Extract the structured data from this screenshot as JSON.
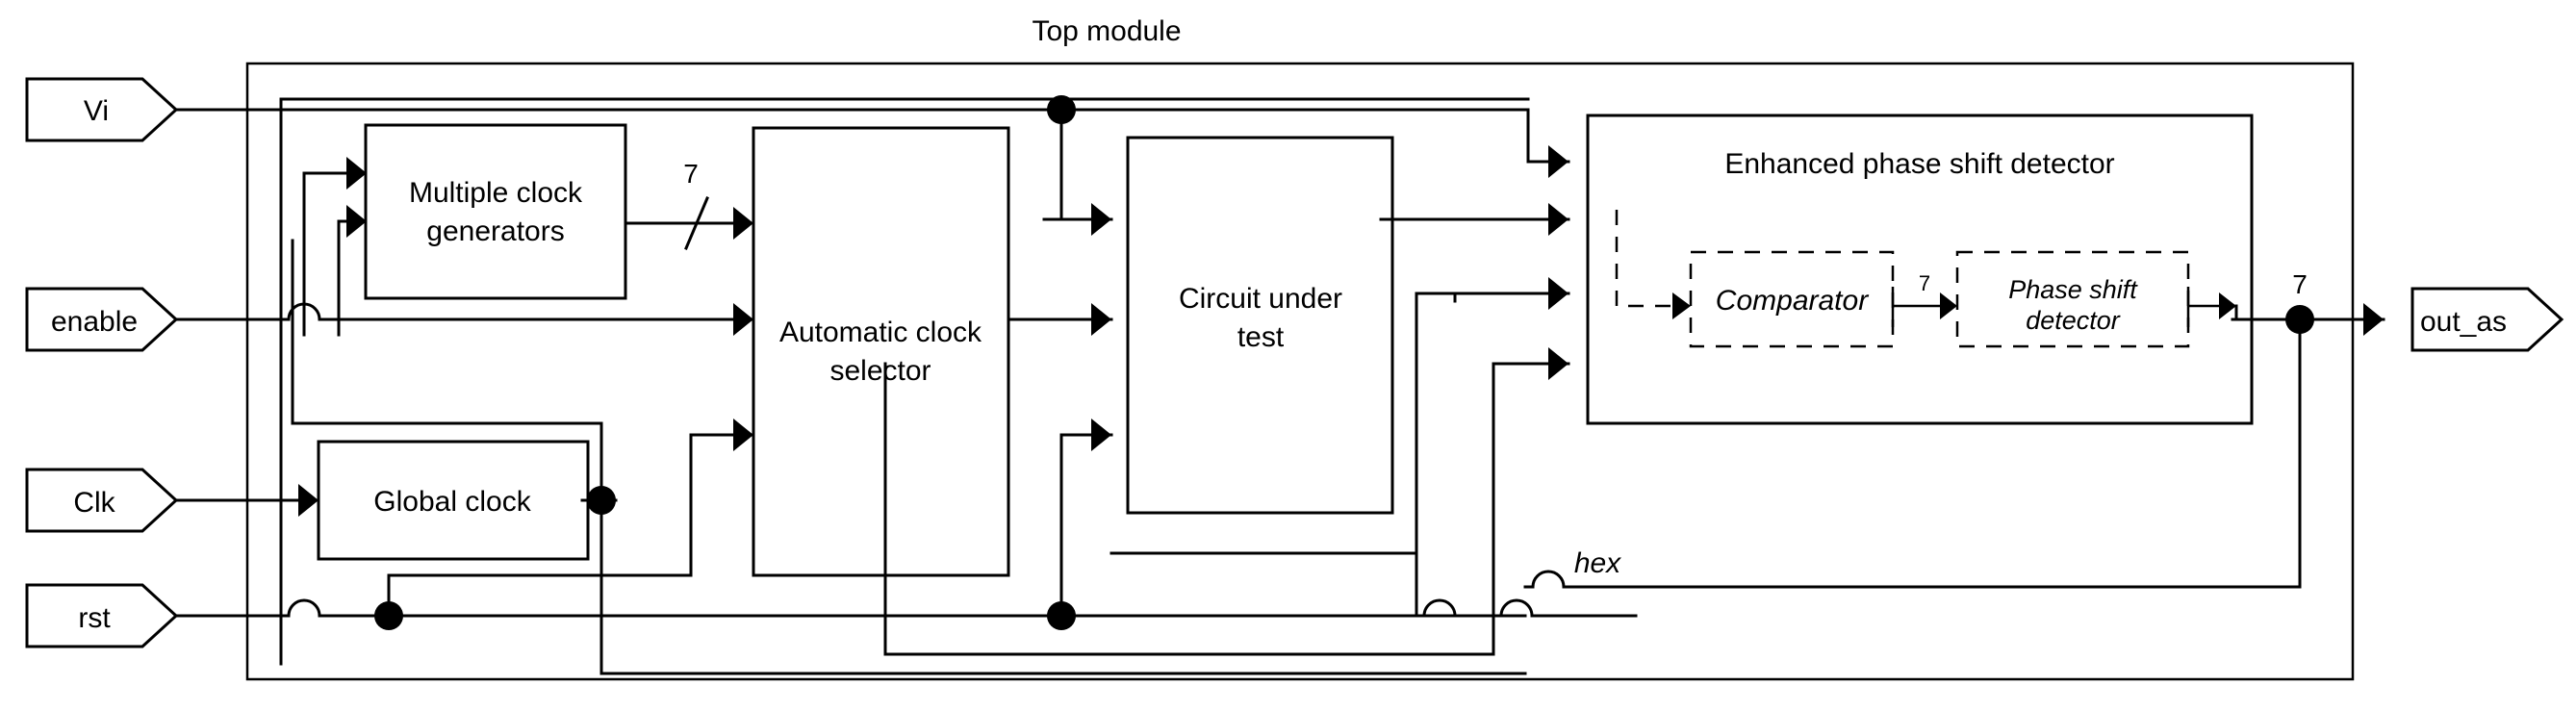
{
  "diagram": {
    "title": "Top module",
    "type": "block-diagram",
    "background_color": "#ffffff",
    "line_color": "#000000"
  },
  "input_ports": [
    {
      "name": "Vi",
      "label": "Vi"
    },
    {
      "name": "enable",
      "label": "enable"
    },
    {
      "name": "Clk",
      "label": "Clk"
    },
    {
      "name": "rst",
      "label": "rst"
    }
  ],
  "output_ports": [
    {
      "name": "out_as",
      "label": "out_as"
    }
  ],
  "blocks": [
    {
      "id": "multiple-clock-generators",
      "label_line1": "Multiple clock",
      "label_line2": "generators"
    },
    {
      "id": "automatic-clock-selector",
      "label_line1": "Automatic clock",
      "label_line2": "selector"
    },
    {
      "id": "circuit-under-test",
      "label_line1": "Circuit under",
      "label_line2": "test"
    },
    {
      "id": "global-clock",
      "label_line1": "Global clock",
      "label_line2": ""
    },
    {
      "id": "enhanced-phase-shift-detector",
      "label_line1": "Enhanced phase shift detector",
      "label_line2": ""
    }
  ],
  "sub_blocks": [
    {
      "id": "comparator",
      "label_line1": "Comparator",
      "label_line2": ""
    },
    {
      "id": "phase-shift-detector",
      "label_line1": "Phase shift",
      "label_line2": "detector"
    }
  ],
  "bus_labels": [
    {
      "id": "bus-mcg-to-acs",
      "value": "7"
    },
    {
      "id": "bus-comparator-out",
      "value": "7"
    },
    {
      "id": "bus-detector-output",
      "value": "7"
    }
  ],
  "signal_labels": [
    {
      "id": "hex",
      "value": "hex"
    }
  ]
}
